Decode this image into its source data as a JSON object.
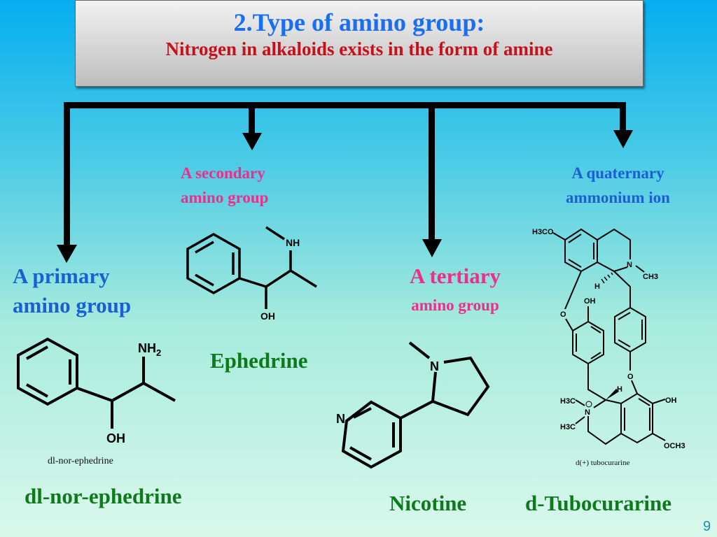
{
  "header": {
    "title": "2.Type of amino group:",
    "subtitle": "Nitrogen in alkaloids exists in the form of amine"
  },
  "categories": {
    "primary": {
      "line1": "A primary",
      "line2": "amino group"
    },
    "secondary": {
      "line1": "A secondary",
      "line2": "amino group"
    },
    "tertiary": {
      "line1": "A tertiary",
      "line2": "amino group"
    },
    "quaternary": {
      "line1": "A quaternary",
      "line2": "ammonium ion"
    }
  },
  "compounds": {
    "norephedrine": {
      "name": "dl-nor-ephedrine",
      "caption": "dl-nor-ephedrine",
      "atoms": {
        "nh2": "NH",
        "sub2": "2",
        "oh": "OH"
      }
    },
    "ephedrine": {
      "name": "Ephedrine",
      "atoms": {
        "nh": "NH",
        "oh": "OH"
      }
    },
    "nicotine": {
      "name": "Nicotine",
      "atoms": {
        "n1": "N",
        "n2": "N"
      }
    },
    "tubocurarine": {
      "name": "d-Tubocurarine",
      "caption": "d(+) tubocurarine",
      "atoms": {
        "h3co": "H3CO",
        "n": "N",
        "ch3": "CH3",
        "h1": "H",
        "oh1": "OH",
        "o1": "O",
        "o2": "O",
        "h2": "H",
        "h3c1": "H3C",
        "h3c2": "H3C",
        "nplus": "N",
        "oh2": "OH",
        "och3": "OCH3"
      }
    }
  },
  "page_number": "9",
  "colors": {
    "title": "#1a6ef0",
    "subtitle": "#c8101a",
    "pink": "#ee2d8c",
    "blue": "#1b5fd4",
    "green": "#0e7a1c"
  }
}
